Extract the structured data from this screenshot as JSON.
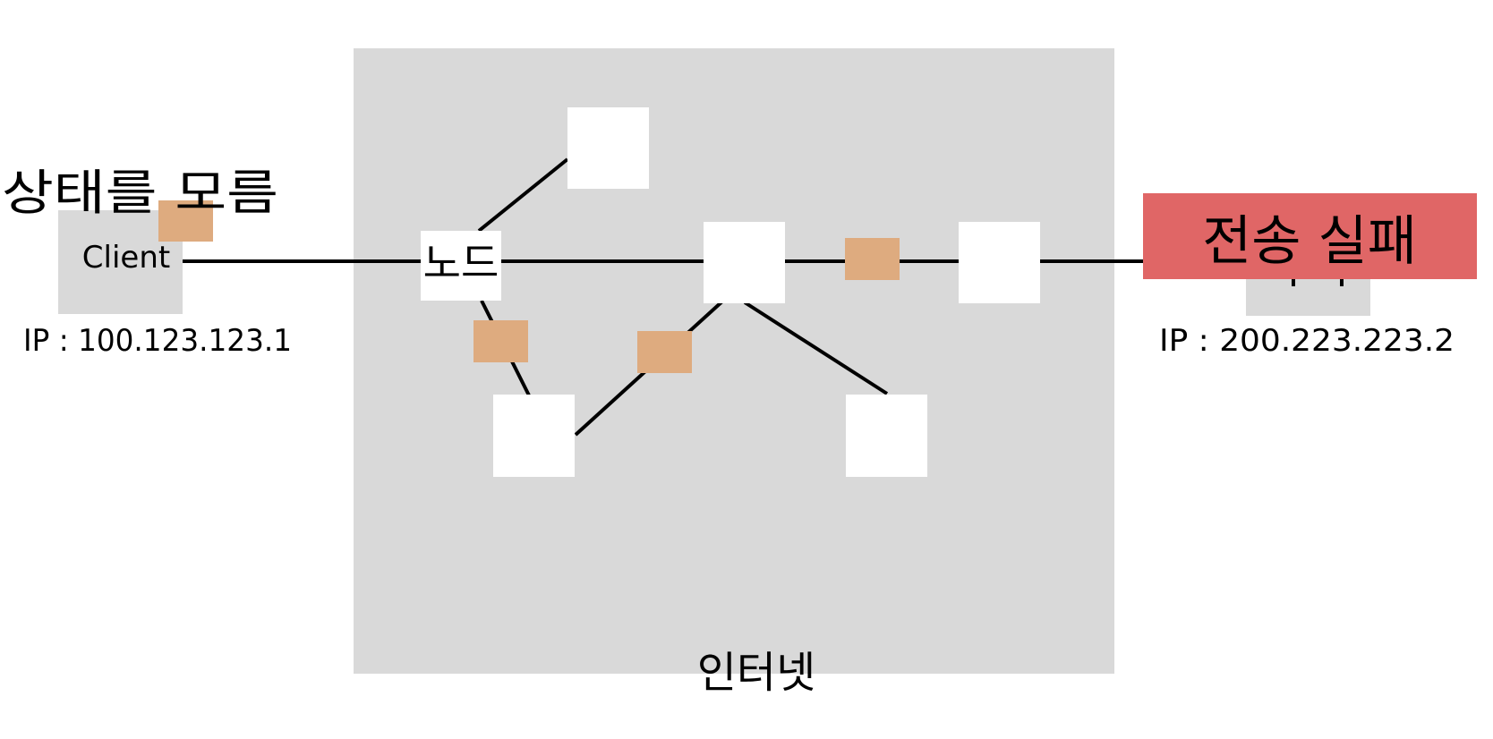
{
  "labels": {
    "client_state": "상태를 모름",
    "client": "Client",
    "client_ip": "IP : 100.123.123.1",
    "node": "노드",
    "server_ip": "IP : 200.223.223.2",
    "internet": "인터넷",
    "failure_banner": "전송 실패"
  },
  "colors": {
    "internet_region": "#d9d9d9",
    "endpoint_box": "#d9d9d9",
    "node_box": "#ffffff",
    "packet": "#deab7f",
    "failure_banner": "#e06666",
    "line": "#000000",
    "text": "#000000"
  }
}
